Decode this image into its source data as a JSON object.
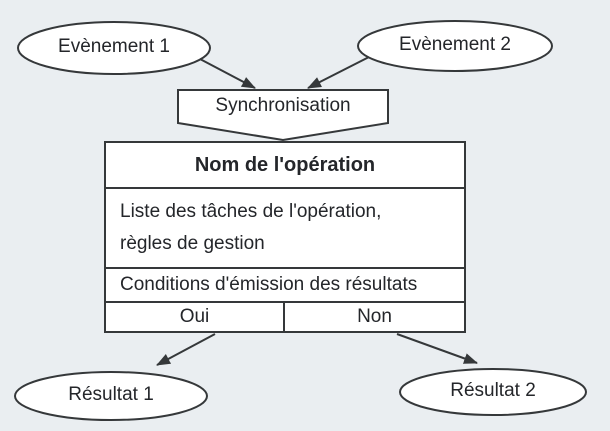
{
  "diagram": {
    "type": "merise-operation-diagram",
    "colors": {
      "background": "#eaeef1",
      "shape_fill": "#ffffff",
      "stroke": "#35383a",
      "text": "#24262a"
    },
    "events": [
      {
        "label": "Evènement 1"
      },
      {
        "label": "Evènement 2"
      }
    ],
    "synchronisation": {
      "label": "Synchronisation"
    },
    "operation": {
      "title": "Nom de l'opération",
      "body_line1": "Liste des tâches de l'opération,",
      "body_line2": "règles de gestion",
      "conditions": "Conditions d'émission des résultats",
      "outcome_yes": "Oui",
      "outcome_no": "Non"
    },
    "results": [
      {
        "label": "Résultat 1"
      },
      {
        "label": "Résultat 2"
      }
    ]
  }
}
